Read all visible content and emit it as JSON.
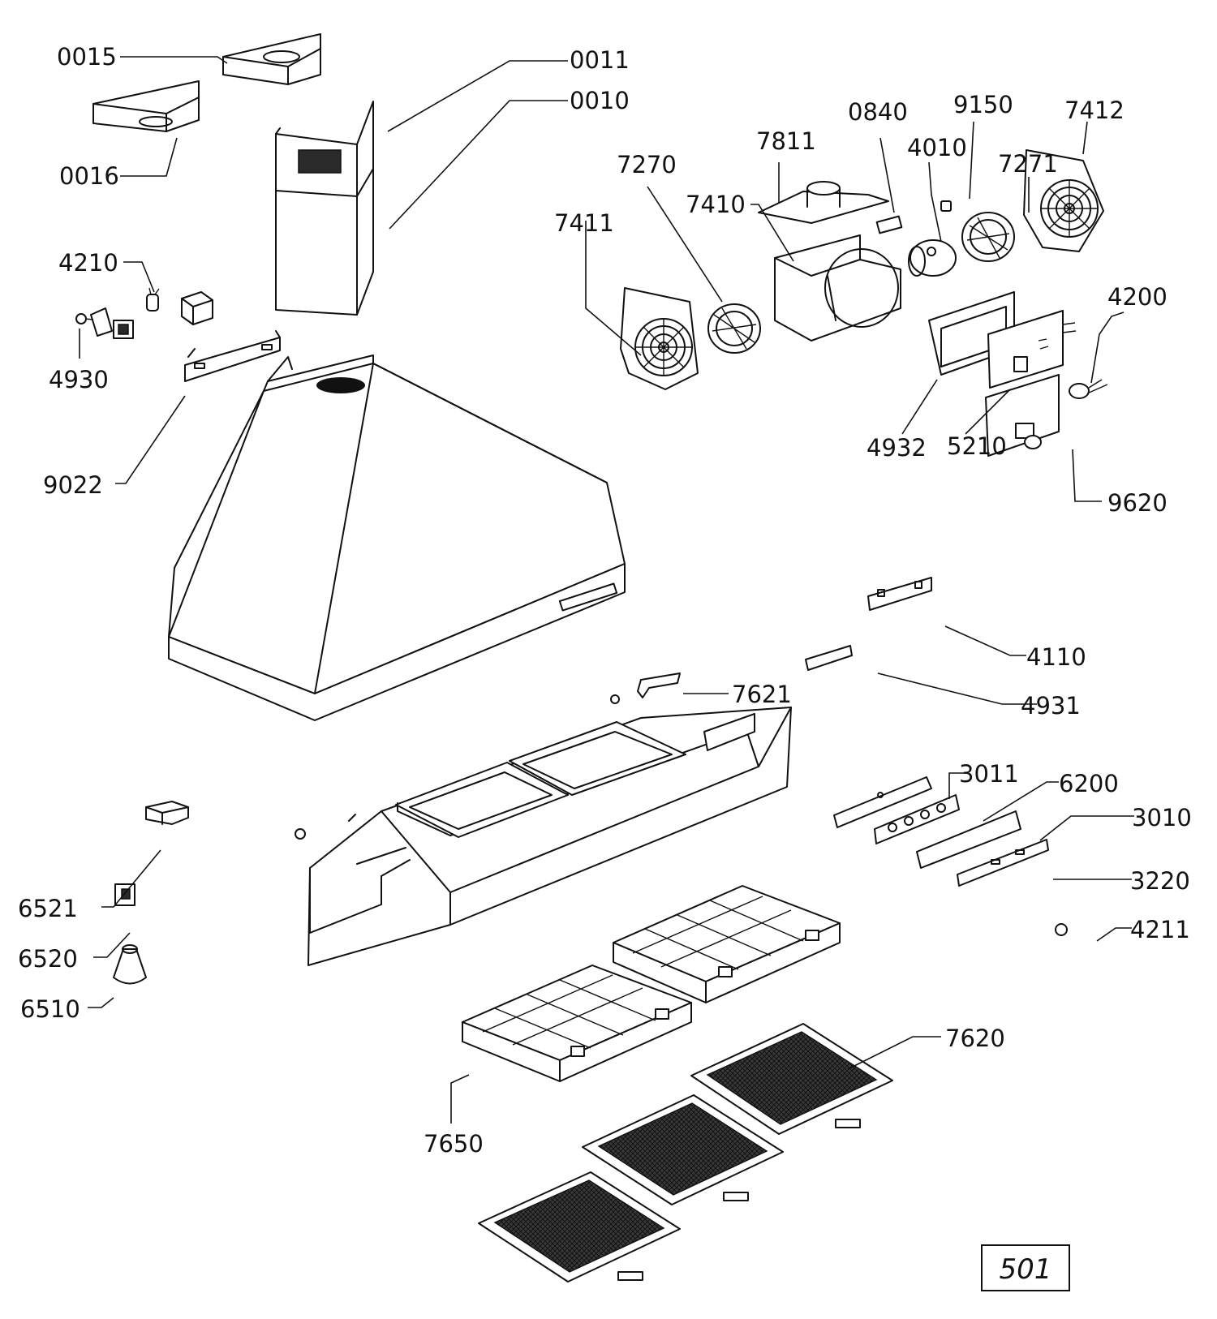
{
  "diagram": {
    "page_number": "501",
    "callouts": {
      "c0015": "0015",
      "c0011": "0011",
      "c0010": "0010",
      "c0016": "0016",
      "c4210": "4210",
      "c4930": "4930",
      "c9022": "9022",
      "c7411": "7411",
      "c7270": "7270",
      "c7410": "7410",
      "c7811": "7811",
      "c0840": "0840",
      "c4010": "4010",
      "c9150": "9150",
      "c7271": "7271",
      "c7412": "7412",
      "c4200": "4200",
      "c4932": "4932",
      "c5210": "5210",
      "c9620": "9620",
      "c4110": "4110",
      "c4931": "4931",
      "c7621": "7621",
      "c3011": "3011",
      "c6200": "6200",
      "c3010": "3010",
      "c3220": "3220",
      "c4211": "4211",
      "c6521": "6521",
      "c6520": "6520",
      "c6510": "6510",
      "c7620": "7620",
      "c7650": "7650"
    }
  }
}
